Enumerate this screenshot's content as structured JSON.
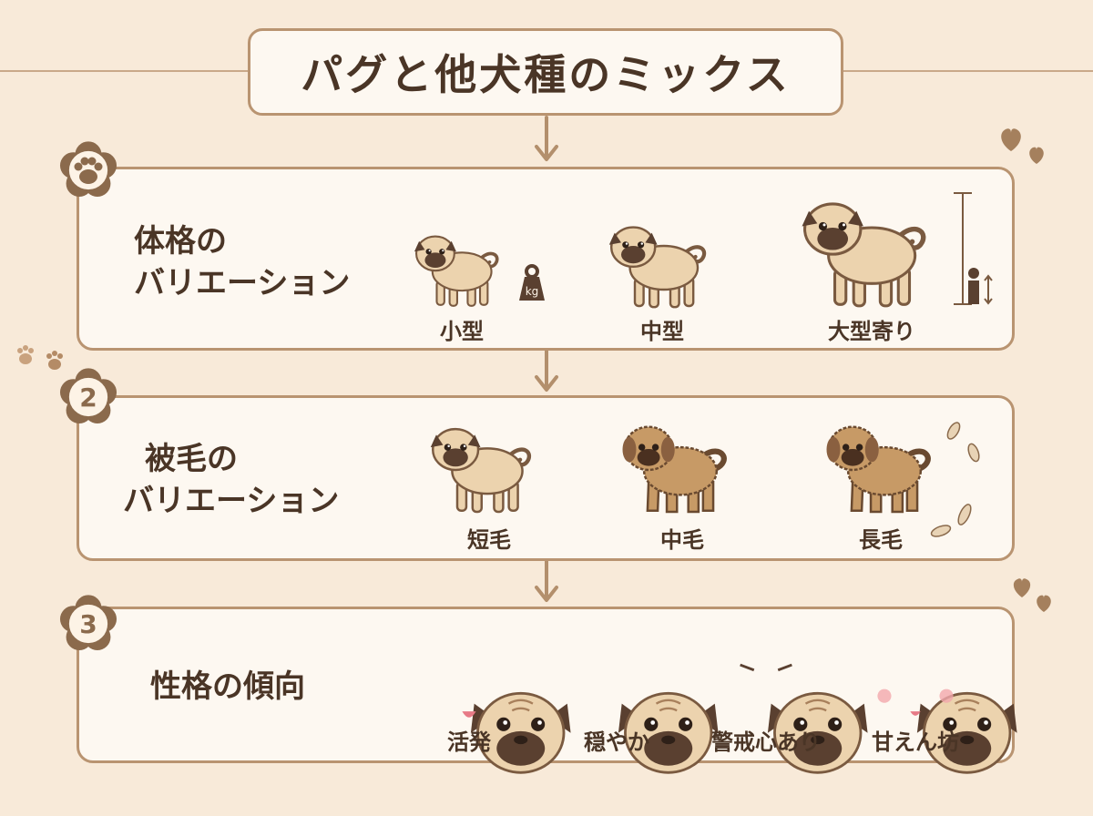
{
  "title": "パグと他犬種のミックス",
  "colors": {
    "background": "#f8ead9",
    "panel_fill": "#fdf8f1",
    "border": "#b99471",
    "badge": "#8b6a4c",
    "arrow": "#b38f6c",
    "text": "#4a3526"
  },
  "sections": [
    {
      "badge_icon": "paw-icon",
      "label_line1": "体格の",
      "label_line2": "バリエーション",
      "items": [
        {
          "caption": "小型",
          "icon": "weight-icon"
        },
        {
          "caption": "中型"
        },
        {
          "caption": "大型寄り",
          "icon": "height-icon"
        }
      ]
    },
    {
      "badge_number": "2",
      "label_line1": "被毛の",
      "label_line2": "バリエーション",
      "items": [
        {
          "caption": "短毛"
        },
        {
          "caption": "中毛"
        },
        {
          "caption": "長毛",
          "icon": "feather-icon"
        }
      ]
    },
    {
      "badge_number": "3",
      "label_line1": "性格の傾向",
      "items": [
        {
          "caption": "活発"
        },
        {
          "caption": "穏やか"
        },
        {
          "caption": "警戒心あり"
        },
        {
          "caption": "甘えん坊"
        }
      ]
    }
  ]
}
